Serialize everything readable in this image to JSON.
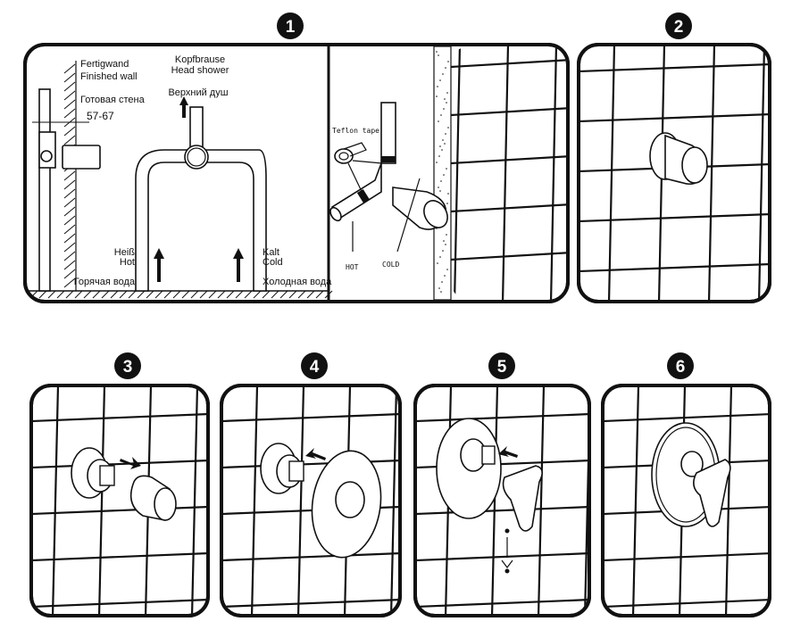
{
  "steps": [
    {
      "number": "1"
    },
    {
      "number": "2"
    },
    {
      "number": "3"
    },
    {
      "number": "4"
    },
    {
      "number": "5"
    },
    {
      "number": "6"
    }
  ],
  "panel1": {
    "wall_de": "Fertigwand",
    "wall_en": "Finished wall",
    "wall_ru": "Готовая стена",
    "dimension": "57-67",
    "head_de": "Kopfbrause",
    "head_en": "Head shower",
    "head_ru": "Верхний душ",
    "hot_de": "Heiß",
    "hot_en": "Hot",
    "hot_ru": "Горячая вода",
    "cold_de": "Kalt",
    "cold_en": "Cold",
    "cold_ru": "Холодная вода",
    "teflon": "Teflon tape",
    "hot_label": "HOT",
    "cold_label": "COLD"
  },
  "colors": {
    "ink": "#111111",
    "background": "#ffffff"
  }
}
